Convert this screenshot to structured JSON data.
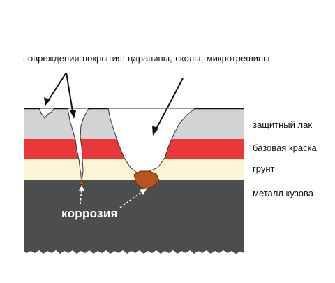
{
  "caption": "повреждения покрытия:   царапины,  сколы,   микротрешины",
  "layers": {
    "lacquer": "защитный лак",
    "base_coat": "базовая краска",
    "primer": "грунт",
    "metal": "металл кузова"
  },
  "corrosion_label": "коррозия",
  "colors": {
    "lacquer": "#d3d3d3",
    "base_coat": "#e8383a",
    "primer": "#fbf5d8",
    "metal": "#4d4d4f",
    "rust": "#b8541c",
    "outline": "#111111"
  }
}
